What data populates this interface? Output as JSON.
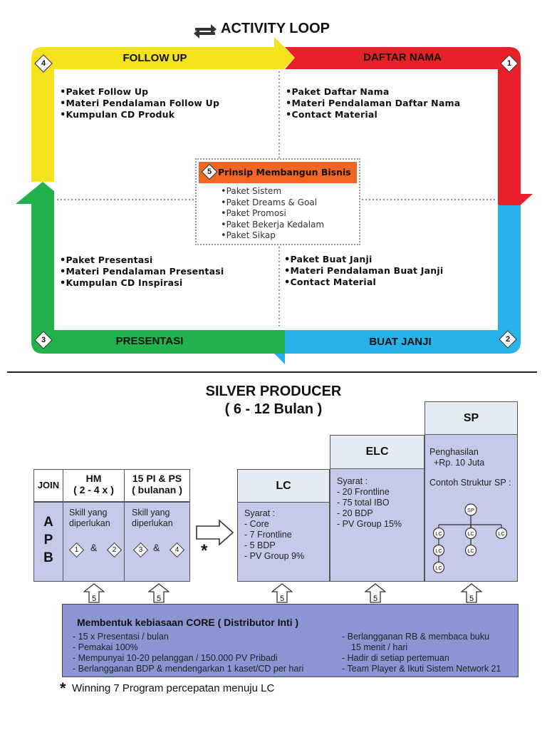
{
  "loop": {
    "title": "ACTIVITY LOOP",
    "arms": {
      "follow_up": "FOLLOW UP",
      "daftar_nama": "DAFTAR NAMA",
      "presentasi": "PRESENTASI",
      "buat_janji": "BUAT JANJI"
    },
    "badges": [
      "1",
      "2",
      "3",
      "4",
      "5"
    ],
    "quadrants": {
      "top_left": [
        "Paket Follow Up",
        "Materi Pendalaman Follow Up",
        "Kumpulan CD Produk"
      ],
      "top_right": [
        "Paket Daftar Nama",
        "Materi Pendalaman Daftar Nama",
        "Contact Material"
      ],
      "bottom_left": [
        "Paket Presentasi",
        "Materi Pendalaman Presentasi",
        "Kumpulan CD Inspirasi"
      ],
      "bottom_right": [
        "Paket Buat Janji",
        "Materi Pendalaman Buat Janji",
        "Contact Material"
      ]
    },
    "center": {
      "title": "Prinsip Membangun Bisnis",
      "items": [
        "Paket Sistem",
        "Paket Dreams & Goal",
        "Paket Promosi",
        "Paket Bekerja Kedalam",
        "Paket Sikap"
      ]
    },
    "colors": {
      "yellow": "#f5e21c",
      "red": "#e8202a",
      "blue": "#27b3ea",
      "green": "#21b24b",
      "orange": "#f26522"
    }
  },
  "silver": {
    "title": "SILVER PRODUCER",
    "subtitle": "( 6 - 12 Bulan )",
    "join": "JOIN",
    "apb": [
      "A",
      "P",
      "B"
    ],
    "hm": {
      "title": "HM",
      "sub": "( 2 - 4 x )",
      "skill": "Skill yang diperlukan",
      "d1": "1",
      "amp": "&",
      "d2": "2"
    },
    "pi": {
      "title": "15 PI & PS",
      "sub": "( bulanan )",
      "skill": "Skill yang diperlukan",
      "d1": "3",
      "amp": "&",
      "d2": "4"
    },
    "star": "*",
    "lc": {
      "title": "LC",
      "syarat": "Syarat :",
      "items": [
        "- Core",
        "- 7 Frontline",
        "- 5 BDP",
        "- PV Group 9%"
      ]
    },
    "elc": {
      "title": "ELC",
      "syarat": "Syarat :",
      "items": [
        "- 20 Frontline",
        "- 75 total IBO",
        "- 20 BDP",
        "- PV Group 15%"
      ]
    },
    "sp": {
      "title": "SP",
      "penghasilan": "Penghasilan",
      "amount": "+Rp. 10 Juta",
      "contoh": "Contoh Struktur SP :"
    },
    "tree_labels": {
      "root": "SP",
      "node": "LC"
    },
    "arrow_num": "5",
    "core": {
      "title": "Membentuk kebiasaan CORE ( Distributor Inti )",
      "left": [
        "- 15 x Presentasi / bulan",
        "- Pemakai 100%",
        "- Mempunyai 10-20 pelanggan / 150.000 PV Pribadi",
        "- Berlangganan BDP & mendengarkan 1 kaset/CD per hari"
      ],
      "right": [
        "- Berlangganan RB & membaca buku",
        "15 menit / hari",
        "- Hadir di setiap pertemuan",
        "- Team Player & Ikuti Sistem Network 21"
      ]
    },
    "footnote_star": "*",
    "footnote": "Winning 7 Program percepatan menuju LC",
    "colors": {
      "box": "#c5cae8",
      "header": "#e4ebf5",
      "core": "#8b95d4"
    }
  }
}
